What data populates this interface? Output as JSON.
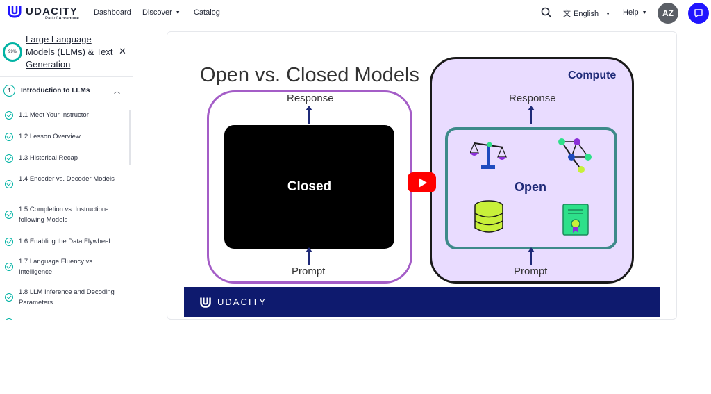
{
  "brand": {
    "name": "UDACITY",
    "tagline_prefix": "Part of",
    "tagline_brand": "Accenture",
    "color": "#2015ff"
  },
  "nav": {
    "dashboard": "Dashboard",
    "discover": "Discover",
    "catalog": "Catalog",
    "language": "English",
    "help": "Help",
    "avatar_initials": "AZ"
  },
  "sidebar": {
    "progress": "99%",
    "course_title": "Large Language Models (LLMs) & Text Generation",
    "lesson": {
      "number": "1",
      "title": "Introduction to LLMs"
    },
    "concepts": [
      {
        "label": "1.1  Meet Your Instructor"
      },
      {
        "label": "1.2  Lesson Overview"
      },
      {
        "label": "1.3  Historical Recap"
      },
      {
        "label": "1.4  Encoder vs. Decoder Models"
      },
      {
        "label": "1.5  Completion vs. Instruction-following Models"
      },
      {
        "label": "1.6  Enabling the Data Flywheel"
      },
      {
        "label": "1.7  Language Fluency vs. Intelligence"
      },
      {
        "label": "1.8  LLM Inference and Decoding Parameters"
      }
    ]
  },
  "video": {
    "slide_title": "Open vs. Closed Models",
    "compute_label": "Compute",
    "left_response": "Response",
    "left_prompt": "Prompt",
    "closed_label": "Closed",
    "right_response": "Response",
    "right_prompt": "Prompt",
    "open_label": "Open",
    "footer_brand": "UDACITY"
  }
}
